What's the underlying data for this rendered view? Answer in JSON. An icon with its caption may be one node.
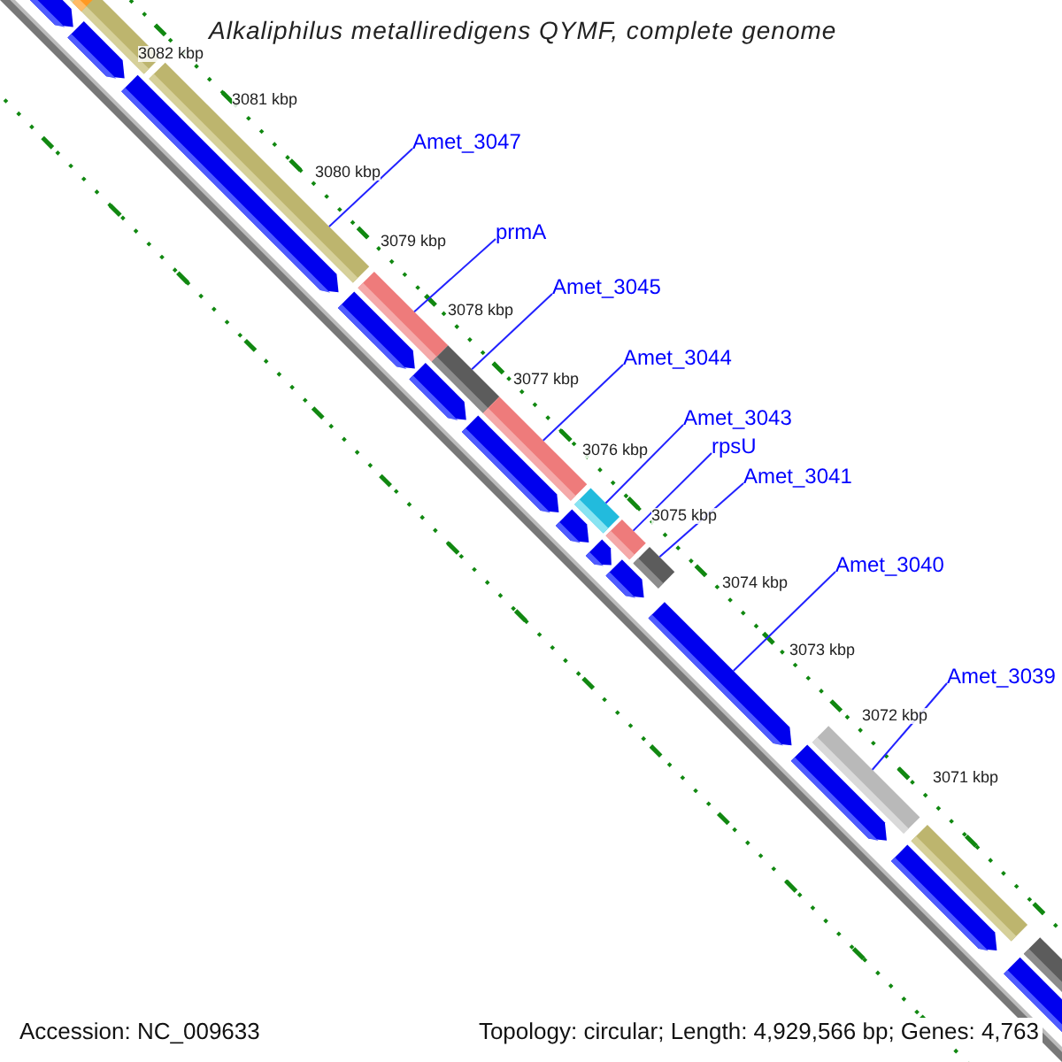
{
  "diagram": {
    "title": "Alkaliphilus metalliredigens QYMF, complete genome",
    "nodes": [
      {
        "text": [
          "Amet_3047"
        ]
      },
      {
        "text": [
          "prmA"
        ]
      },
      {
        "text": [
          "Amet_3045"
        ]
      },
      {
        "text": [
          "Amet_3044"
        ]
      },
      {
        "text": [
          "Amet_3043"
        ]
      },
      {
        "text": [
          "rpsU"
        ]
      },
      {
        "text": [
          "Amet_3041"
        ]
      },
      {
        "text": [
          "Amet_3040"
        ]
      },
      {
        "text": [
          "Amet_3039"
        ]
      },
      {
        "text": [],
        "shape": "bar"
      },
      {
        "text": [],
        "shape": "bar"
      },
      {
        "text": [],
        "shape": "bar"
      },
      {
        "text": [],
        "shape": "bar"
      },
      {
        "text": [],
        "shape": "bar"
      },
      {
        "text": [],
        "shape": "bar"
      },
      {
        "text": [],
        "shape": "bar"
      },
      {
        "text": [],
        "shape": "arrow"
      },
      {
        "text": [],
        "shape": "bar"
      }
    ],
    "edges": [
      {
        "from": 0,
        "to": 9,
        "arrow": "none"
      },
      {
        "from": 1,
        "to": 10,
        "arrow": "none"
      },
      {
        "from": 2,
        "to": 11,
        "arrow": "none"
      },
      {
        "from": 3,
        "to": 12,
        "arrow": "none"
      },
      {
        "from": 4,
        "to": 13,
        "arrow": "none"
      },
      {
        "from": 5,
        "to": 14,
        "arrow": "none"
      },
      {
        "from": 6,
        "to": 15,
        "arrow": "none"
      },
      {
        "from": 7,
        "to": 16,
        "arrow": "none"
      },
      {
        "from": 8,
        "to": 17,
        "arrow": "none"
      }
    ],
    "labels": [
      "3082 kbp",
      "3081 kbp",
      "3080 kbp",
      "3079 kbp",
      "3078 kbp",
      "3077 kbp",
      "3076 kbp",
      "3075 kbp",
      "3074 kbp",
      "3073 kbp",
      "3072 kbp",
      "3071 kbp",
      "Accession: NC_009633",
      "Topology: circular; Length: 4,929,566 bp; Genes: 4,763"
    ]
  }
}
